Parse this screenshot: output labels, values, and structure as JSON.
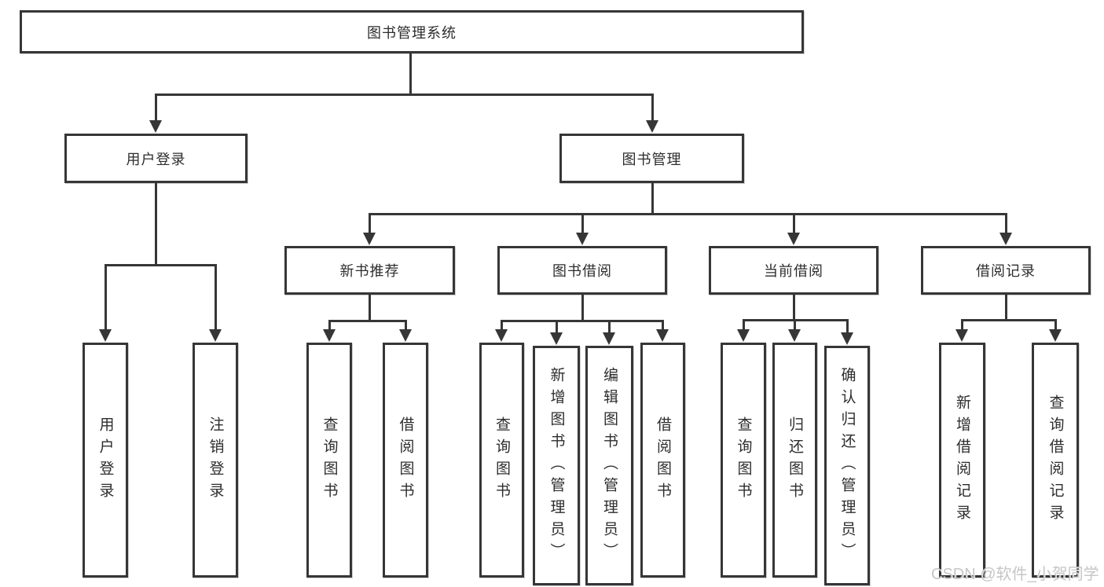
{
  "diagram": {
    "root": "图书管理系统",
    "level2": [
      "用户登录",
      "图书管理"
    ],
    "level3": [
      "新书推荐",
      "图书借阅",
      "当前借阅",
      "借阅记录"
    ],
    "leaves_user_login": [
      "用户登录",
      "注销登录"
    ],
    "leaves_new_book": [
      "查询图书",
      "借阅图书"
    ],
    "leaves_book_borrow": [
      "查询图书",
      "新增图书（管理员）",
      "编辑图书（管理员）",
      "借阅图书"
    ],
    "leaves_current_borrow": [
      "查询图书",
      "归还图书",
      "确认归还（管理员）"
    ],
    "leaves_borrow_records": [
      "新增借阅记录",
      "查询借阅记录"
    ]
  },
  "watermark": "CSDN @软件_小贺同学",
  "colors": {
    "line": "#363636",
    "text": "#2d2d2d",
    "watermark": "#c6c6c6",
    "background": "#ffffff"
  }
}
